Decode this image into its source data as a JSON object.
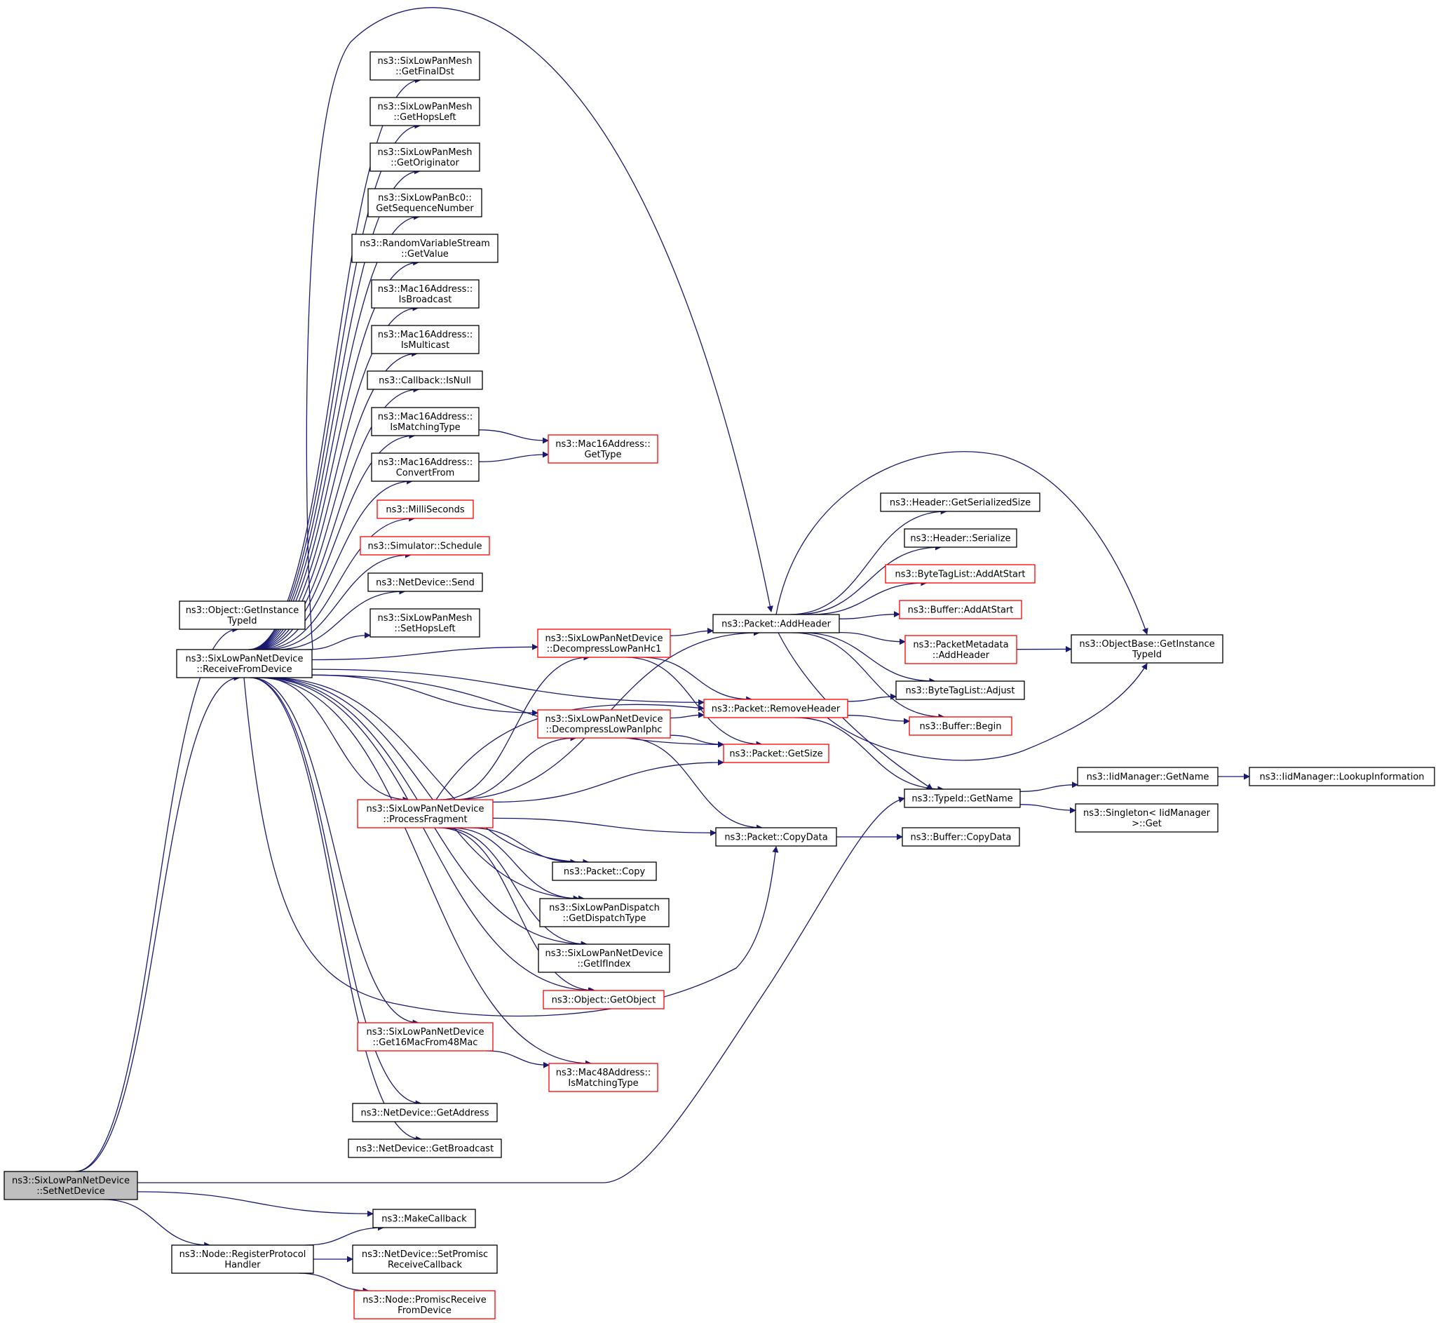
{
  "colors": {
    "edge": "#191970",
    "node_border_default": "#000000",
    "node_border_incomplete": "#ff0000",
    "node_fill_default": "#ffffff",
    "node_fill_focus": "#bfbfbf"
  },
  "nodes": [
    {
      "id": "setnetdevice",
      "lines": [
        "ns3::SixLowPanNetDevice",
        "::SetNetDevice"
      ],
      "style": "focus"
    },
    {
      "id": "getinstancetypeid",
      "lines": [
        "ns3::Object::GetInstance",
        "TypeId"
      ],
      "style": "normal"
    },
    {
      "id": "receivefromdevice",
      "lines": [
        "ns3::SixLowPanNetDevice",
        "::ReceiveFromDevice"
      ],
      "style": "normal"
    },
    {
      "id": "makecallback",
      "lines": [
        "ns3::MakeCallback"
      ],
      "style": "normal"
    },
    {
      "id": "registerprotocolhandler",
      "lines": [
        "ns3::Node::RegisterProtocol",
        "Handler"
      ],
      "style": "normal"
    },
    {
      "id": "typeid_getname",
      "lines": [
        "ns3::TypeId::GetName"
      ],
      "style": "normal"
    },
    {
      "id": "mesh_getfinaldst",
      "lines": [
        "ns3::SixLowPanMesh",
        "::GetFinalDst"
      ],
      "style": "normal"
    },
    {
      "id": "mesh_gethopsleft",
      "lines": [
        "ns3::SixLowPanMesh",
        "::GetHopsLeft"
      ],
      "style": "normal"
    },
    {
      "id": "mesh_getoriginator",
      "lines": [
        "ns3::SixLowPanMesh",
        "::GetOriginator"
      ],
      "style": "normal"
    },
    {
      "id": "bc0_getsequencenumber",
      "lines": [
        "ns3::SixLowPanBc0::",
        "GetSequenceNumber"
      ],
      "style": "normal"
    },
    {
      "id": "rvs_getvalue",
      "lines": [
        "ns3::RandomVariableStream",
        "::GetValue"
      ],
      "style": "normal"
    },
    {
      "id": "mac16_isbroadcast",
      "lines": [
        "ns3::Mac16Address::",
        "IsBroadcast"
      ],
      "style": "normal"
    },
    {
      "id": "mac16_ismulticast",
      "lines": [
        "ns3::Mac16Address::",
        "IsMulticast"
      ],
      "style": "normal"
    },
    {
      "id": "callback_isnull",
      "lines": [
        "ns3::Callback::IsNull"
      ],
      "style": "normal"
    },
    {
      "id": "mac16_ismatchingtype",
      "lines": [
        "ns3::Mac16Address::",
        "IsMatchingType"
      ],
      "style": "normal"
    },
    {
      "id": "mac16_convertfrom",
      "lines": [
        "ns3::Mac16Address::",
        "ConvertFrom"
      ],
      "style": "normal"
    },
    {
      "id": "milliseconds",
      "lines": [
        "ns3::MilliSeconds"
      ],
      "style": "red"
    },
    {
      "id": "simulator_schedule",
      "lines": [
        "ns3::Simulator::Schedule"
      ],
      "style": "red"
    },
    {
      "id": "netdevice_send",
      "lines": [
        "ns3::NetDevice::Send"
      ],
      "style": "normal"
    },
    {
      "id": "mesh_sethopsleft",
      "lines": [
        "ns3::SixLowPanMesh",
        "::SetHopsLeft"
      ],
      "style": "normal"
    },
    {
      "id": "decompresslowpanhc1",
      "lines": [
        "ns3::SixLowPanNetDevice",
        "::DecompressLowPanHc1"
      ],
      "style": "red"
    },
    {
      "id": "decompresslowpaniphc",
      "lines": [
        "ns3::SixLowPanNetDevice",
        "::DecompressLowPanIphc"
      ],
      "style": "red"
    },
    {
      "id": "processfragment",
      "lines": [
        "ns3::SixLowPanNetDevice",
        "::ProcessFragment"
      ],
      "style": "red"
    },
    {
      "id": "packet_copy",
      "lines": [
        "ns3::Packet::Copy"
      ],
      "style": "normal"
    },
    {
      "id": "getdispatchtype",
      "lines": [
        "ns3::SixLowPanDispatch",
        "::GetDispatchType"
      ],
      "style": "normal"
    },
    {
      "id": "getifindex",
      "lines": [
        "ns3::SixLowPanNetDevice",
        "::GetIfIndex"
      ],
      "style": "normal"
    },
    {
      "id": "object_getobject",
      "lines": [
        "ns3::Object::GetObject"
      ],
      "style": "red"
    },
    {
      "id": "get16macfrom48mac",
      "lines": [
        "ns3::SixLowPanNetDevice",
        "::Get16MacFrom48Mac"
      ],
      "style": "red"
    },
    {
      "id": "mac48_ismatchingtype",
      "lines": [
        "ns3::Mac48Address::",
        "IsMatchingType"
      ],
      "style": "red"
    },
    {
      "id": "netdevice_getaddress",
      "lines": [
        "ns3::NetDevice::GetAddress"
      ],
      "style": "normal"
    },
    {
      "id": "netdevice_getbroadcast",
      "lines": [
        "ns3::NetDevice::GetBroadcast"
      ],
      "style": "normal"
    },
    {
      "id": "mac16_gettype",
      "lines": [
        "ns3::Mac16Address::",
        "GetType"
      ],
      "style": "red"
    },
    {
      "id": "packet_addheader",
      "lines": [
        "ns3::Packet::AddHeader"
      ],
      "style": "normal"
    },
    {
      "id": "packet_removeheader",
      "lines": [
        "ns3::Packet::RemoveHeader"
      ],
      "style": "red"
    },
    {
      "id": "packet_getsize",
      "lines": [
        "ns3::Packet::GetSize"
      ],
      "style": "red"
    },
    {
      "id": "packet_copydata",
      "lines": [
        "ns3::Packet::CopyData"
      ],
      "style": "normal"
    },
    {
      "id": "header_getserializedsize",
      "lines": [
        "ns3::Header::GetSerializedSize"
      ],
      "style": "normal"
    },
    {
      "id": "header_serialize",
      "lines": [
        "ns3::Header::Serialize"
      ],
      "style": "normal"
    },
    {
      "id": "bytetaglist_addatstart",
      "lines": [
        "ns3::ByteTagList::AddAtStart"
      ],
      "style": "red"
    },
    {
      "id": "buffer_addatstart",
      "lines": [
        "ns3::Buffer::AddAtStart"
      ],
      "style": "red"
    },
    {
      "id": "packetmetadata_addheader",
      "lines": [
        "ns3::PacketMetadata",
        "::AddHeader"
      ],
      "style": "red"
    },
    {
      "id": "bytetaglist_adjust",
      "lines": [
        "ns3::ByteTagList::Adjust"
      ],
      "style": "normal"
    },
    {
      "id": "buffer_begin",
      "lines": [
        "ns3::Buffer::Begin"
      ],
      "style": "red"
    },
    {
      "id": "objectbase_getinstancetypeid",
      "lines": [
        "ns3::ObjectBase::GetInstance",
        "TypeId"
      ],
      "style": "normal"
    },
    {
      "id": "buffer_copydata",
      "lines": [
        "ns3::Buffer::CopyData"
      ],
      "style": "normal"
    },
    {
      "id": "iidmanager_getname",
      "lines": [
        "ns3::IidManager::GetName"
      ],
      "style": "normal"
    },
    {
      "id": "singleton_iidmanager_get",
      "lines": [
        "ns3::Singleton< IidManager",
        " >::Get"
      ],
      "style": "normal"
    },
    {
      "id": "iidmanager_lookupinformation",
      "lines": [
        "ns3::IidManager::LookupInformation"
      ],
      "style": "normal"
    },
    {
      "id": "netdevice_setpromiscreceivecallback",
      "lines": [
        "ns3::NetDevice::SetPromisc",
        "ReceiveCallback"
      ],
      "style": "normal"
    },
    {
      "id": "node_promiscreceivefromdevice",
      "lines": [
        "ns3::Node::PromiscReceive",
        "FromDevice"
      ],
      "style": "red"
    }
  ],
  "edges": [
    {
      "from": "setnetdevice",
      "to": "getinstancetypeid"
    },
    {
      "from": "setnetdevice",
      "to": "receivefromdevice"
    },
    {
      "from": "setnetdevice",
      "to": "typeid_getname"
    },
    {
      "from": "setnetdevice",
      "to": "makecallback"
    },
    {
      "from": "setnetdevice",
      "to": "registerprotocolhandler"
    },
    {
      "from": "receivefromdevice",
      "to": "packet_addheader"
    },
    {
      "from": "receivefromdevice",
      "to": "mesh_getfinaldst"
    },
    {
      "from": "receivefromdevice",
      "to": "mesh_gethopsleft"
    },
    {
      "from": "receivefromdevice",
      "to": "mesh_getoriginator"
    },
    {
      "from": "receivefromdevice",
      "to": "bc0_getsequencenumber"
    },
    {
      "from": "receivefromdevice",
      "to": "rvs_getvalue"
    },
    {
      "from": "receivefromdevice",
      "to": "mac16_isbroadcast"
    },
    {
      "from": "receivefromdevice",
      "to": "mac16_ismulticast"
    },
    {
      "from": "receivefromdevice",
      "to": "callback_isnull"
    },
    {
      "from": "receivefromdevice",
      "to": "mac16_ismatchingtype"
    },
    {
      "from": "receivefromdevice",
      "to": "mac16_convertfrom"
    },
    {
      "from": "receivefromdevice",
      "to": "milliseconds"
    },
    {
      "from": "receivefromdevice",
      "to": "simulator_schedule"
    },
    {
      "from": "receivefromdevice",
      "to": "netdevice_send"
    },
    {
      "from": "receivefromdevice",
      "to": "mesh_sethopsleft"
    },
    {
      "from": "receivefromdevice",
      "to": "packet_removeheader"
    },
    {
      "from": "receivefromdevice",
      "to": "decompresslowpanhc1"
    },
    {
      "from": "receivefromdevice",
      "to": "decompresslowpaniphc"
    },
    {
      "from": "receivefromdevice",
      "to": "packet_getsize"
    },
    {
      "from": "receivefromdevice",
      "to": "processfragment"
    },
    {
      "from": "receivefromdevice",
      "to": "packet_copy"
    },
    {
      "from": "receivefromdevice",
      "to": "getdispatchtype"
    },
    {
      "from": "receivefromdevice",
      "to": "getifindex"
    },
    {
      "from": "receivefromdevice",
      "to": "object_getobject"
    },
    {
      "from": "receivefromdevice",
      "to": "packet_copydata"
    },
    {
      "from": "receivefromdevice",
      "to": "get16macfrom48mac"
    },
    {
      "from": "receivefromdevice",
      "to": "mac48_ismatchingtype"
    },
    {
      "from": "receivefromdevice",
      "to": "netdevice_getaddress"
    },
    {
      "from": "receivefromdevice",
      "to": "netdevice_getbroadcast"
    },
    {
      "from": "mac16_ismatchingtype",
      "to": "mac16_gettype"
    },
    {
      "from": "mac16_convertfrom",
      "to": "mac16_gettype"
    },
    {
      "from": "decompresslowpanhc1",
      "to": "packet_addheader"
    },
    {
      "from": "decompresslowpanhc1",
      "to": "packet_removeheader"
    },
    {
      "from": "decompresslowpanhc1",
      "to": "packet_getsize"
    },
    {
      "from": "decompresslowpaniphc",
      "to": "packet_removeheader"
    },
    {
      "from": "decompresslowpaniphc",
      "to": "packet_getsize"
    },
    {
      "from": "decompresslowpaniphc",
      "to": "packet_copydata"
    },
    {
      "from": "processfragment",
      "to": "decompresslowpanhc1"
    },
    {
      "from": "processfragment",
      "to": "packet_removeheader"
    },
    {
      "from": "processfragment",
      "to": "packet_addheader"
    },
    {
      "from": "processfragment",
      "to": "decompresslowpaniphc"
    },
    {
      "from": "processfragment",
      "to": "packet_getsize"
    },
    {
      "from": "processfragment",
      "to": "packet_copydata"
    },
    {
      "from": "processfragment",
      "to": "packet_copy"
    },
    {
      "from": "processfragment",
      "to": "getdispatchtype"
    },
    {
      "from": "processfragment",
      "to": "getifindex"
    },
    {
      "from": "processfragment",
      "to": "object_getobject"
    },
    {
      "from": "get16macfrom48mac",
      "to": "mac48_ismatchingtype"
    },
    {
      "from": "packet_addheader",
      "to": "header_getserializedsize"
    },
    {
      "from": "packet_addheader",
      "to": "header_serialize"
    },
    {
      "from": "packet_addheader",
      "to": "bytetaglist_addatstart"
    },
    {
      "from": "packet_addheader",
      "to": "buffer_addatstart"
    },
    {
      "from": "packet_addheader",
      "to": "packetmetadata_addheader"
    },
    {
      "from": "packet_addheader",
      "to": "bytetaglist_adjust"
    },
    {
      "from": "packet_addheader",
      "to": "buffer_begin"
    },
    {
      "from": "packet_addheader",
      "to": "objectbase_getinstancetypeid"
    },
    {
      "from": "packet_addheader",
      "to": "typeid_getname"
    },
    {
      "from": "packetmetadata_addheader",
      "to": "objectbase_getinstancetypeid"
    },
    {
      "from": "packet_removeheader",
      "to": "bytetaglist_adjust"
    },
    {
      "from": "packet_removeheader",
      "to": "buffer_begin"
    },
    {
      "from": "packet_removeheader",
      "to": "objectbase_getinstancetypeid"
    },
    {
      "from": "packet_removeheader",
      "to": "typeid_getname"
    },
    {
      "from": "packet_copydata",
      "to": "buffer_copydata"
    },
    {
      "from": "typeid_getname",
      "to": "iidmanager_getname"
    },
    {
      "from": "typeid_getname",
      "to": "singleton_iidmanager_get"
    },
    {
      "from": "iidmanager_getname",
      "to": "iidmanager_lookupinformation"
    },
    {
      "from": "registerprotocolhandler",
      "to": "makecallback"
    },
    {
      "from": "registerprotocolhandler",
      "to": "netdevice_setpromiscreceivecallback"
    },
    {
      "from": "registerprotocolhandler",
      "to": "node_promiscreceivefromdevice"
    }
  ]
}
